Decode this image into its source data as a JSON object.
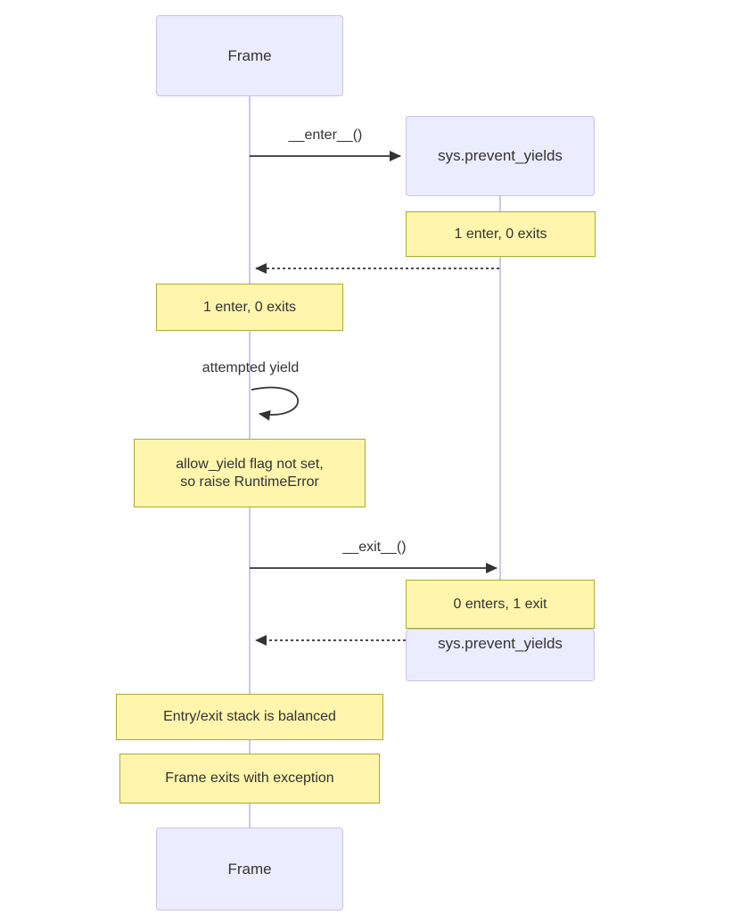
{
  "diagram": {
    "type": "sequence-diagram",
    "actors": {
      "frame": "Frame",
      "sys": "sys.prevent_yields"
    },
    "messages": {
      "enter_label": "__enter__()",
      "exit_label": "__exit__()",
      "self_loop_label": "attempted yield"
    },
    "notes": {
      "sys_after_enter": "1 enter, 0 exits",
      "frame_after_enter": "1 enter, 0 exits",
      "allow_yield_line1": "allow_yield flag not set,",
      "allow_yield_line2": "so raise RuntimeError",
      "sys_after_exit": "0 enters, 1 exit",
      "stack_balanced": "Entry/exit stack is balanced",
      "frame_exits": "Frame exits with exception"
    },
    "colors": {
      "actor_fill": "#ECECFF",
      "actor_border": "#C9C0EF",
      "note_fill": "#FFF5AD",
      "note_border": "#AAAA33",
      "lifeline": "#CCC7EA",
      "arrow": "#333333",
      "text": "#333333",
      "background": "#FFFFFF"
    }
  }
}
